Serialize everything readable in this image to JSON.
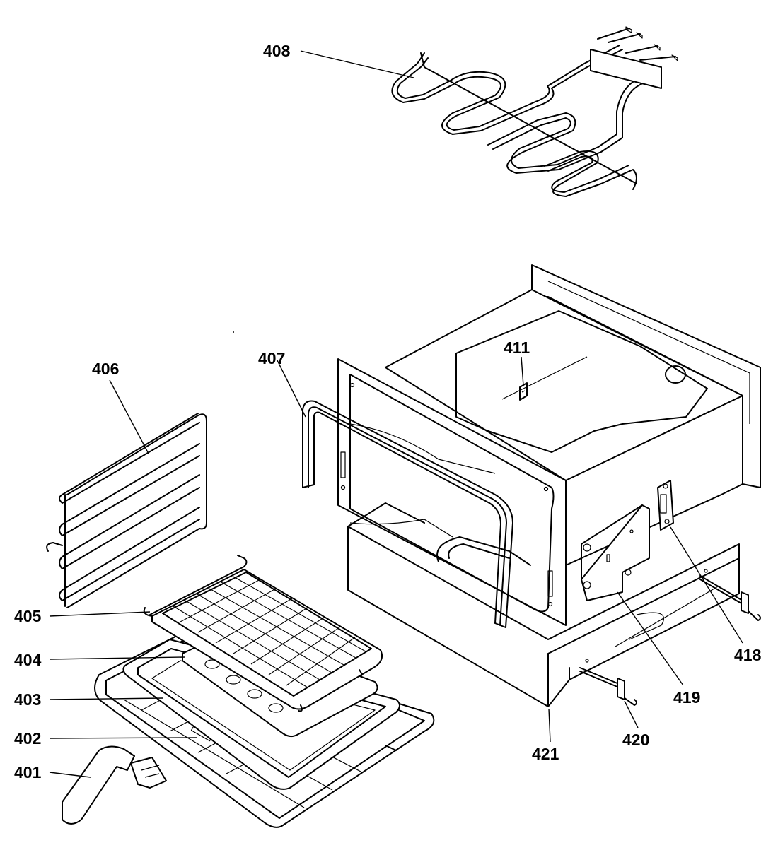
{
  "callouts": {
    "c401": "401",
    "c402": "402",
    "c403": "403",
    "c404": "404",
    "c405": "405",
    "c406": "406",
    "c407": "407",
    "c408": "408",
    "c411": "411",
    "c418": "418",
    "c419": "419",
    "c420": "420",
    "c421": "421"
  }
}
